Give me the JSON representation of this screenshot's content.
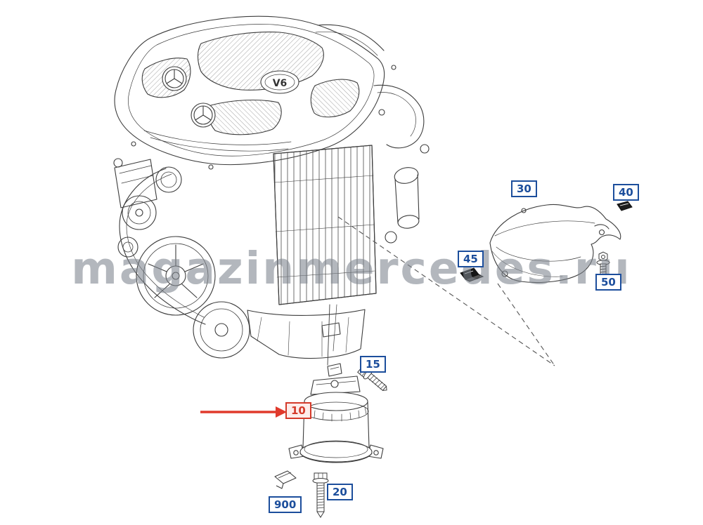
{
  "watermark": {
    "text": "magazinmercedes.ru"
  },
  "engine": {
    "v6_label": "V6"
  },
  "callouts": {
    "c10": {
      "label": "10",
      "highlight": true
    },
    "c15": {
      "label": "15"
    },
    "c20": {
      "label": "20"
    },
    "c30": {
      "label": "30"
    },
    "c40": {
      "label": "40"
    },
    "c45": {
      "label": "45"
    },
    "c50": {
      "label": "50"
    },
    "c900": {
      "label": "900"
    }
  },
  "colors": {
    "callout_blue": "#1c4e9c",
    "highlight_red": "#d43a2a",
    "arrow_red": "#e03a2c",
    "watermark_gray": "#7e858e",
    "line_dark": "#3c3c3c"
  }
}
